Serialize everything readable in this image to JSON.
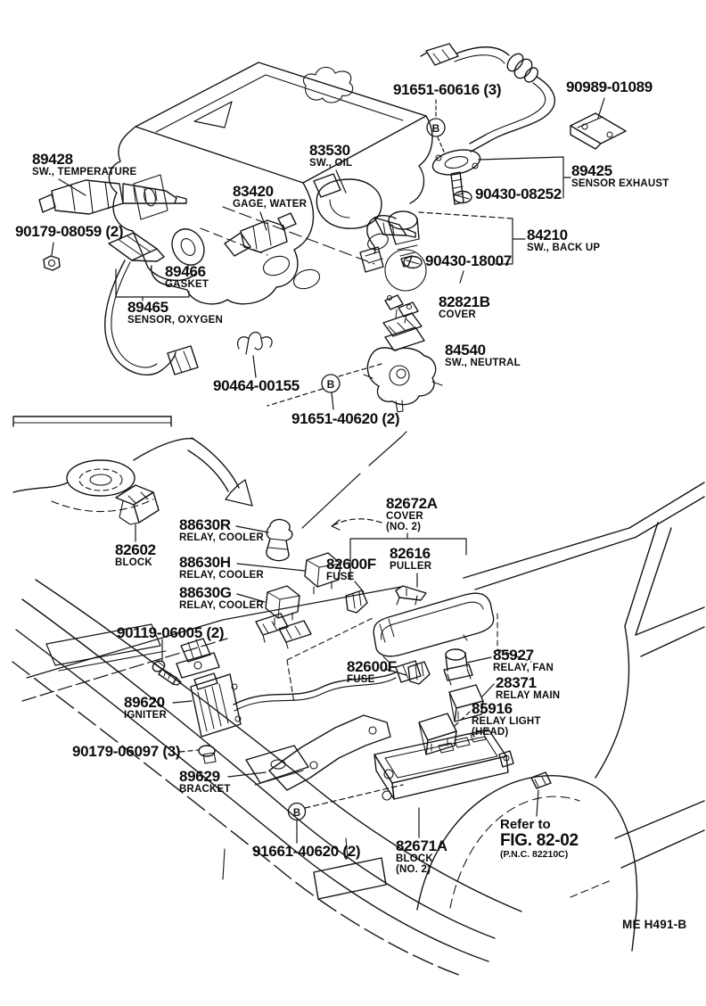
{
  "footer_code": "ME H491-B",
  "note": {
    "line1": "Refer to",
    "line2": "FIG. 82-02",
    "line3": "(P.N.C. 82210C)"
  },
  "symbols": {
    "circled_b": "B"
  },
  "labels": [
    {
      "id": "91651-60616",
      "part": "91651-60616 (3)"
    },
    {
      "id": "90989-01089",
      "part": "90989-01089"
    },
    {
      "id": "89428",
      "part": "89428",
      "desc": "SW., TEMPERATURE"
    },
    {
      "id": "83530",
      "part": "83530",
      "desc": "SW., OIL"
    },
    {
      "id": "83420",
      "part": "83420",
      "desc": "GAGE, WATER"
    },
    {
      "id": "89425",
      "part": "89425",
      "desc": "SENSOR EXHAUST"
    },
    {
      "id": "90430-08252",
      "part": "90430-08252"
    },
    {
      "id": "90179-08059",
      "part": "90179-08059 (2)"
    },
    {
      "id": "84210",
      "part": "84210",
      "desc": "SW., BACK UP"
    },
    {
      "id": "90430-18007",
      "part": "90430-18007"
    },
    {
      "id": "89466",
      "part": "89466",
      "desc": "GASKET"
    },
    {
      "id": "82821B",
      "part": "82821B",
      "desc": "COVER"
    },
    {
      "id": "89465",
      "part": "89465",
      "desc": "SENSOR, OXYGEN"
    },
    {
      "id": "84540",
      "part": "84540",
      "desc": "SW., NEUTRAL"
    },
    {
      "id": "90464-00155",
      "part": "90464-00155"
    },
    {
      "id": "91651-40620",
      "part": "91651-40620 (2)"
    },
    {
      "id": "82672A",
      "part": "82672A",
      "desc": "COVER",
      "desc2": "(NO. 2)"
    },
    {
      "id": "88630R",
      "part": "88630R",
      "desc": "RELAY, COOLER"
    },
    {
      "id": "82602",
      "part": "82602",
      "desc": "BLOCK"
    },
    {
      "id": "88630H",
      "part": "88630H",
      "desc": "RELAY, COOLER"
    },
    {
      "id": "82600F-1",
      "part": "82600F",
      "desc": "FUSE"
    },
    {
      "id": "82616",
      "part": "82616",
      "desc": "PULLER"
    },
    {
      "id": "88630G",
      "part": "88630G",
      "desc": "RELAY, COOLER"
    },
    {
      "id": "90119-06005",
      "part": "90119-06005 (2)"
    },
    {
      "id": "85927",
      "part": "85927",
      "desc": "RELAY, FAN"
    },
    {
      "id": "82600F-2",
      "part": "82600F",
      "desc": "FUSE"
    },
    {
      "id": "28371",
      "part": "28371",
      "desc": "RELAY MAIN"
    },
    {
      "id": "89620",
      "part": "89620",
      "desc": "IGNITER"
    },
    {
      "id": "85916",
      "part": "85916",
      "desc": "RELAY LIGHT",
      "desc2": "(HEAD)"
    },
    {
      "id": "90179-06097",
      "part": "90179-06097 (3)"
    },
    {
      "id": "89629",
      "part": "89629",
      "desc": "BRACKET"
    },
    {
      "id": "91661-40620",
      "part": "91661-40620 (2)"
    },
    {
      "id": "82671A",
      "part": "82671A",
      "desc": "BLOCK",
      "desc2": "(NO. 2)"
    }
  ]
}
